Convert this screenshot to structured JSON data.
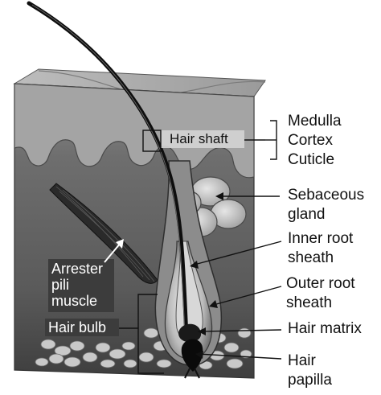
{
  "labels": {
    "hair_shaft": "Hair shaft",
    "medulla": "Medulla",
    "cortex": "Cortex",
    "cuticle": "Cuticle",
    "sebaceous_line1": "Sebaceous",
    "sebaceous_line2": "gland",
    "inner_root_line1": "Inner root",
    "inner_root_line2": "sheath",
    "outer_root_line1": "Outer root",
    "outer_root_line2": "sheath",
    "hair_matrix": "Hair matrix",
    "hair_papilla_line1": "Hair",
    "hair_papilla_line2": "papilla",
    "arrester_line1": "Arrester",
    "arrester_line2": "pili",
    "arrester_line3": "muscle",
    "hair_bulb": "Hair bulb"
  },
  "colors": {
    "skin_dark": "#4a4a4a",
    "skin_mid": "#8a8a8a",
    "epidermis": "#b8b8b8",
    "hair": "#111111",
    "fat": "#c8c8c8"
  }
}
